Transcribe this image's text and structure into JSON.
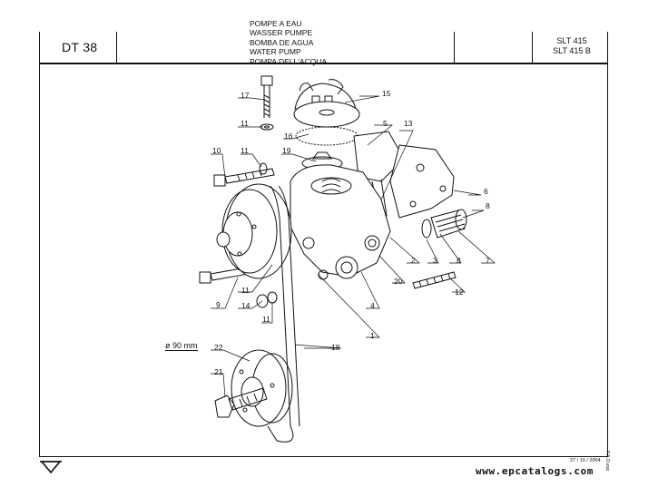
{
  "header": {
    "code": "DT 38",
    "titles": [
      "POMPE A EAU",
      "WASSER PUMPE",
      "BOMBA DE AGUA",
      "WATER PUMP",
      "POMPA DELL'ACQUA"
    ],
    "models": [
      "SLT 415",
      "SLT 415 B"
    ]
  },
  "diagram": {
    "callouts": [
      {
        "id": "c17",
        "text": "17"
      },
      {
        "id": "c15",
        "text": "15"
      },
      {
        "id": "c11a",
        "text": "11"
      },
      {
        "id": "c16",
        "text": "16"
      },
      {
        "id": "c5",
        "text": "5"
      },
      {
        "id": "c13",
        "text": "13"
      },
      {
        "id": "c10",
        "text": "10"
      },
      {
        "id": "c11b",
        "text": "11"
      },
      {
        "id": "c19",
        "text": "19"
      },
      {
        "id": "c6",
        "text": "6"
      },
      {
        "id": "c8a",
        "text": "8"
      },
      {
        "id": "c2",
        "text": "2"
      },
      {
        "id": "c3",
        "text": "3"
      },
      {
        "id": "c8b",
        "text": "8"
      },
      {
        "id": "c7",
        "text": "7"
      },
      {
        "id": "c20",
        "text": "20"
      },
      {
        "id": "c12",
        "text": "12"
      },
      {
        "id": "c9",
        "text": "9"
      },
      {
        "id": "c11c",
        "text": "11"
      },
      {
        "id": "c14",
        "text": "14"
      },
      {
        "id": "c11d",
        "text": "11"
      },
      {
        "id": "c4",
        "text": "4"
      },
      {
        "id": "c1",
        "text": "1"
      },
      {
        "id": "c22",
        "text": "22"
      },
      {
        "id": "c18",
        "text": "18"
      },
      {
        "id": "c21",
        "text": "21"
      }
    ],
    "pulley_diameter": "ø 90 mm"
  },
  "footer": {
    "date": "27 / 10 / 2004",
    "side_mark": "P.A.O.exp",
    "website": "www.epcatalogs.com"
  }
}
